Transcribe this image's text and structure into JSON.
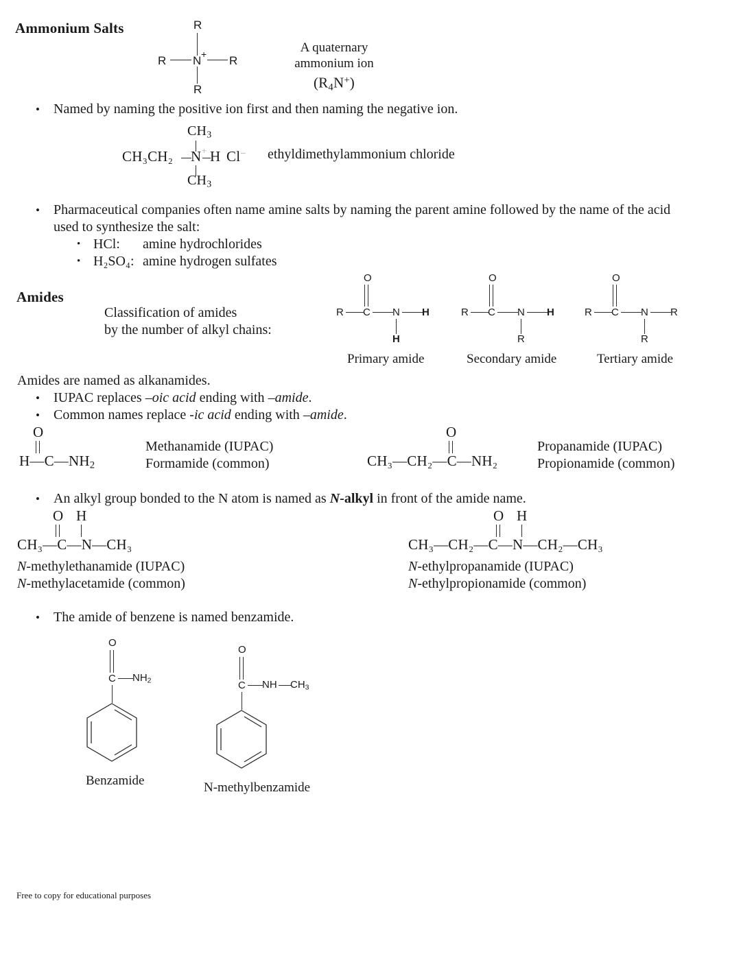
{
  "page": {
    "footer": "Free to copy for educational purposes"
  },
  "ammonium": {
    "heading": "Ammonium Salts",
    "quaternary_diagram": {
      "center": "N",
      "charge": "+",
      "substituent_top": "R",
      "substituent_left": "R",
      "substituent_right": "R",
      "substituent_bottom": "R"
    },
    "caption_line1": "A quaternary",
    "caption_line2": "ammonium ion",
    "caption_line3_pre": "(R",
    "caption_line3_sub": "4",
    "caption_line3_mid": "N",
    "caption_line3_sup": "+",
    "caption_line3_post": ")",
    "bullet_named": "Named by naming the positive ion first and then naming the negative ion.",
    "salt_example": {
      "top_group_pre": "CH",
      "top_group_sub": "3",
      "left_chain": "CH₃CH₂",
      "center": "N",
      "charge": "+",
      "right": "H",
      "anion": "Cl",
      "anion_charge": "−",
      "bottom_group_pre": "CH",
      "bottom_group_sub": "3",
      "name": "ethyldimethylammonium chloride"
    },
    "bullet_pharma_line1": "Pharmaceutical companies often name amine salts by naming the parent amine followed by the name of the acid",
    "bullet_pharma_line2": "used to synthesize the salt:",
    "sub_bullets": [
      {
        "acid": "HCl:",
        "result": "amine hydrochlorides"
      },
      {
        "acid": "H₂SO₄:",
        "result": "amine hydrogen sulfates"
      }
    ]
  },
  "amides": {
    "heading": "Amides",
    "classification_line1": "Classification of amides",
    "classification_line2": "by the number of alkyl chains:",
    "structures": [
      {
        "label": "Primary amide",
        "left": "R",
        "carbonyl": "C",
        "oxygen": "O",
        "nitrogen": "N",
        "n_right": "H",
        "n_right_bold": true,
        "n_down": "H",
        "n_down_bold": true
      },
      {
        "label": "Secondary amide",
        "left": "R",
        "carbonyl": "C",
        "oxygen": "O",
        "nitrogen": "N",
        "n_right": "H",
        "n_right_bold": true,
        "n_down": "R",
        "n_down_bold": false
      },
      {
        "label": "Tertiary amide",
        "left": "R",
        "carbonyl": "C",
        "oxygen": "O",
        "nitrogen": "N",
        "n_right": "R",
        "n_right_bold": false,
        "n_down": "R",
        "n_down_bold": false
      }
    ],
    "named_as": "Amides are named as alkanamides.",
    "naming_bullets": [
      {
        "pre": "IUPAC replaces ",
        "em1": "–oic acid",
        "mid": " ending with ",
        "em2": "–amide",
        "post": "."
      },
      {
        "pre": "Common names replace ",
        "em1": "-ic acid",
        "mid": " ending with ",
        "em2": "–amide",
        "post": "."
      }
    ],
    "examples_row1": [
      {
        "oxygen": "O",
        "formula_prefix": "H",
        "formula_body": "C",
        "formula_suffix": "NH",
        "formula_suffix_sub": "2",
        "name_iupac": "Methanamide  (IUPAC)",
        "name_common": "Formamide (common)"
      },
      {
        "oxygen": "O",
        "chain": "CH₃—CH₂—C—NH₂",
        "name_iupac": "Propanamide (IUPAC)",
        "name_common": "Propionamide (common)"
      }
    ],
    "bullet_nalkyl_pre": "An alkyl group bonded to the N atom is named as ",
    "bullet_nalkyl_bold": "N-alkyl",
    "bullet_nalkyl_post": " in front of the amide name.",
    "examples_row2": [
      {
        "oxygen": "O",
        "hydrogen": "H",
        "chain": "CH₃—C—N—CH₃",
        "name_iupac_prefix": "N",
        "name_iupac": "-methylethanamide (IUPAC)",
        "name_common_prefix": "N",
        "name_common": "-methylacetamide (common)"
      },
      {
        "oxygen": "O",
        "hydrogen": "H",
        "chain": "CH₃—CH₂—C—N—CH₂—CH₃",
        "name_iupac_prefix": "N",
        "name_iupac": "-ethylpropanamide (IUPAC)",
        "name_common_prefix": "N",
        "name_common": "-ethylpropionamide (common)"
      }
    ],
    "bullet_benzamide": "The amide of benzene is named benzamide.",
    "benzene_structures": [
      {
        "oxygen": "O",
        "carbonyl": "C",
        "group": "NH",
        "group_sub": "2",
        "group_tail": "",
        "group_tail_sub": "",
        "label": "Benzamide"
      },
      {
        "oxygen": "O",
        "carbonyl": "C",
        "group": "NH",
        "group_sub": "",
        "group_tail": "CH",
        "group_tail_sub": "3",
        "label": "N-methylbenzamide"
      }
    ]
  }
}
